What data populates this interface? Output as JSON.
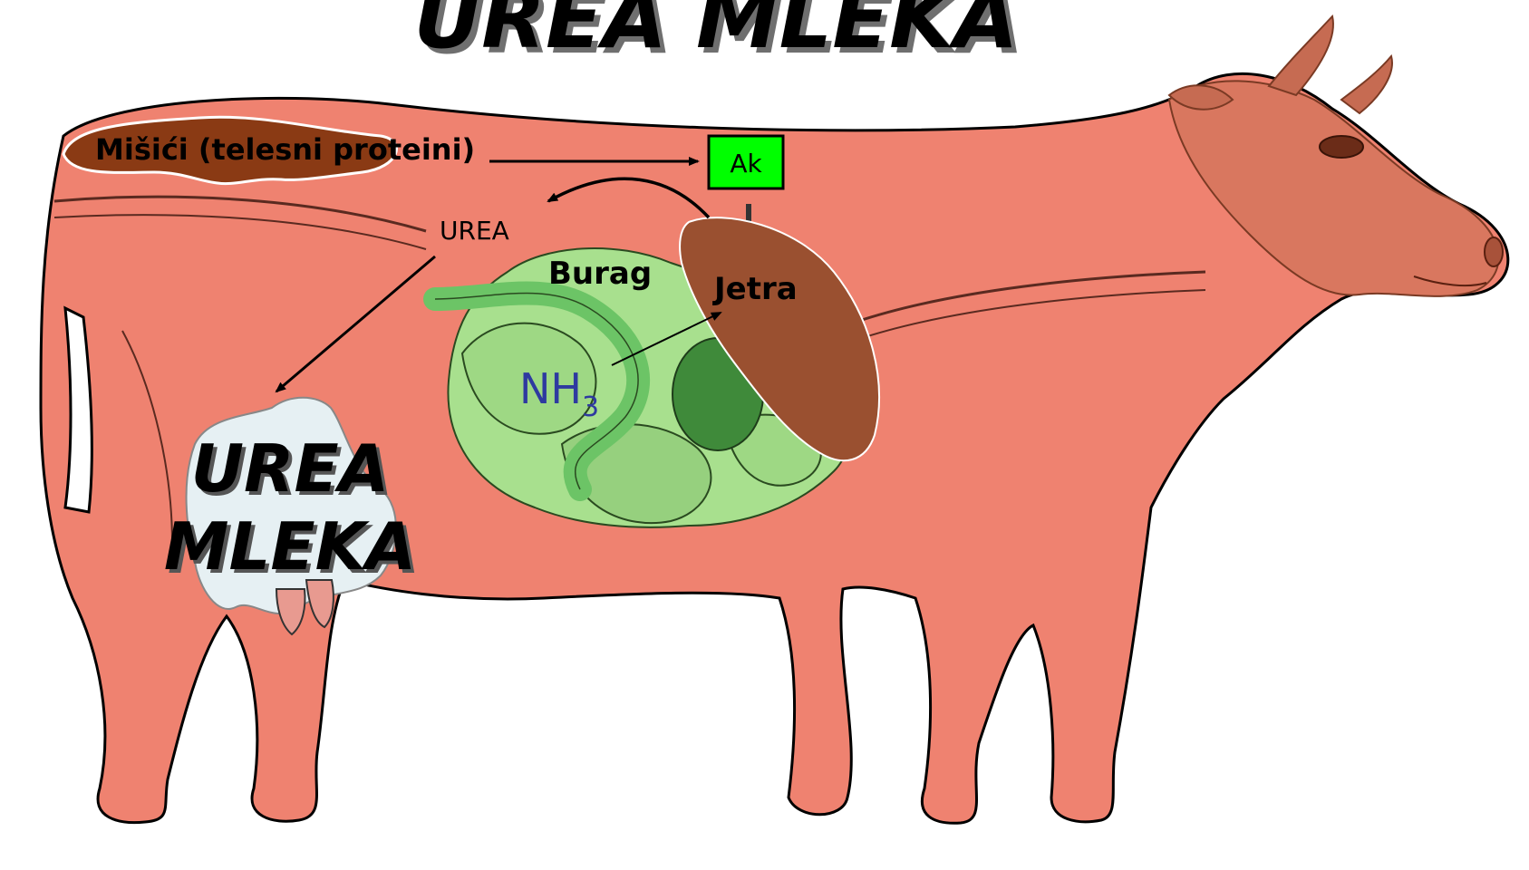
{
  "title": "UREA MLEKA",
  "labels": {
    "muscles": "Mišići (telesni proteini)",
    "ak": "Ak",
    "urea": "UREA",
    "burag": "Burag",
    "jetra": "Jetra",
    "nh3_main": "NH",
    "nh3_sub": "3",
    "udder_line1": "UREA",
    "udder_line2": "MLEKA"
  },
  "colors": {
    "cow_body": "#ef8270",
    "cow_head": "#d9775f",
    "muscle": "#8a3a14",
    "liver": "#9a5030",
    "rumen_light": "#a8e08e",
    "rumen_mid": "#6cc466",
    "rumen_dark": "#3f8a3a",
    "ak_box": "#00ff00",
    "nh3": "#2e3aa0",
    "udder": "#e6f0f3"
  }
}
